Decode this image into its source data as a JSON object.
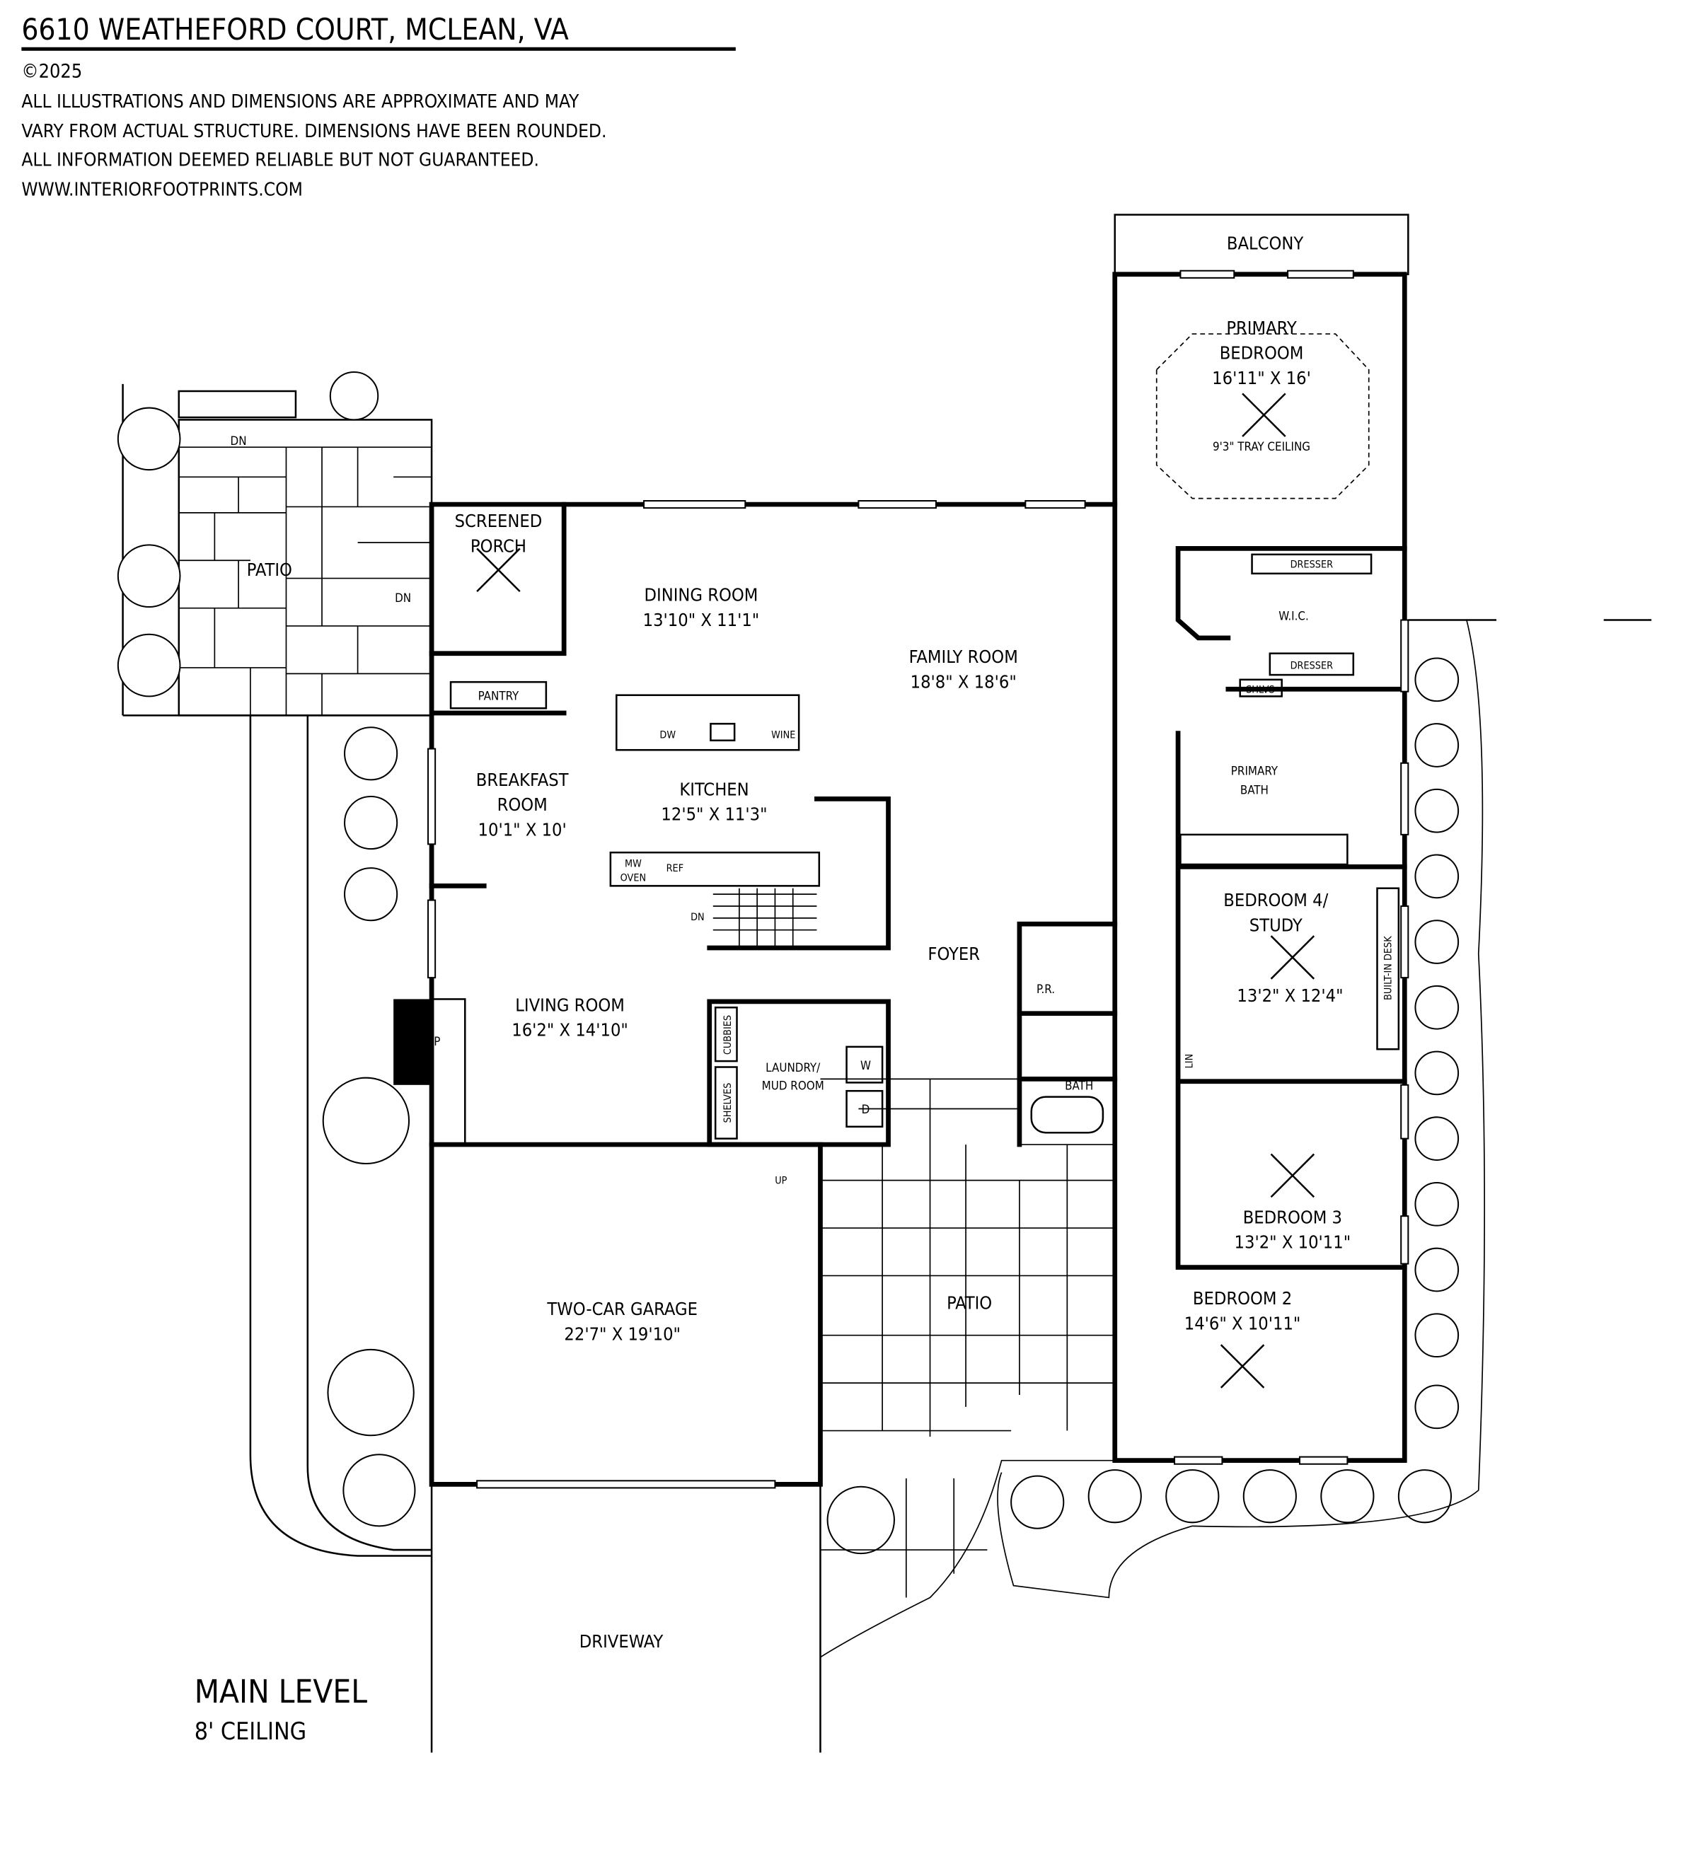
{
  "header": {
    "title": "6610 WEATHEFORD COURT, MCLEAN, VA",
    "copyright": "©2025",
    "disclaimer": [
      "ALL ILLUSTRATIONS AND DIMENSIONS ARE APPROXIMATE AND MAY",
      "VARY FROM ACTUAL STRUCTURE. DIMENSIONS HAVE BEEN ROUNDED.",
      "ALL INFORMATION DEEMED RELIABLE BUT NOT GUARANTEED."
    ],
    "website": "WWW.INTERIORFOOTPRINTS.COM"
  },
  "rooms": {
    "balcony": {
      "name": "BALCONY"
    },
    "primary_bedroom": {
      "name1": "PRIMARY",
      "name2": "BEDROOM",
      "dims": "16'11\" X 16'",
      "note": "9'3\" TRAY CEILING"
    },
    "wic": {
      "name": "W.I.C."
    },
    "primary_bath": {
      "name1": "PRIMARY",
      "name2": "BATH"
    },
    "bedroom4": {
      "name1": "BEDROOM 4/",
      "name2": "STUDY",
      "dims": "13'2\" X 12'4\""
    },
    "bedroom3": {
      "name": "BEDROOM 3",
      "dims": "13'2\" X 10'11\""
    },
    "bedroom2": {
      "name": "BEDROOM 2",
      "dims": "14'6\" X 10'11\""
    },
    "screened_porch": {
      "name1": "SCREENED",
      "name2": "PORCH"
    },
    "patio_left": {
      "name": "PATIO"
    },
    "dining": {
      "name": "DINING ROOM",
      "dims": "13'10\" X 11'1\""
    },
    "family": {
      "name": "FAMILY ROOM",
      "dims": "18'8\" X 18'6\""
    },
    "pantry": {
      "name": "PANTRY"
    },
    "breakfast": {
      "name1": "BREAKFAST",
      "name2": "ROOM",
      "dims": "10'1\" X 10'"
    },
    "kitchen": {
      "name": "KITCHEN",
      "dims": "12'5\" X 11'3\""
    },
    "foyer": {
      "name": "FOYER"
    },
    "living": {
      "name": "LIVING ROOM",
      "dims": "16'2\" X 14'10\""
    },
    "laundry": {
      "name1": "LAUNDRY/",
      "name2": "MUD ROOM"
    },
    "powder": {
      "name": "P.R."
    },
    "bath": {
      "name": "BATH"
    },
    "garage": {
      "name": "TWO-CAR GARAGE",
      "dims": "22'7\" X 19'10\""
    },
    "patio_front": {
      "name": "PATIO"
    },
    "driveway": {
      "name": "DRIVEWAY"
    }
  },
  "fixtures": {
    "dresser": "DRESSER",
    "shelves_short": "SHLVS",
    "lin": "LIN",
    "built_in_desk": "BUILT-IN DESK",
    "dw": "DW",
    "wine": "WINE",
    "mw": "MW",
    "oven": "OVEN",
    "ref": "REF",
    "fp": "FP",
    "cubbies": "CUBBIES",
    "shelves": "SHELVES",
    "washer": "W",
    "dryer": "D",
    "up": "UP",
    "dn": "DN"
  },
  "level": {
    "name": "MAIN LEVEL",
    "ceiling": "8' CEILING"
  }
}
